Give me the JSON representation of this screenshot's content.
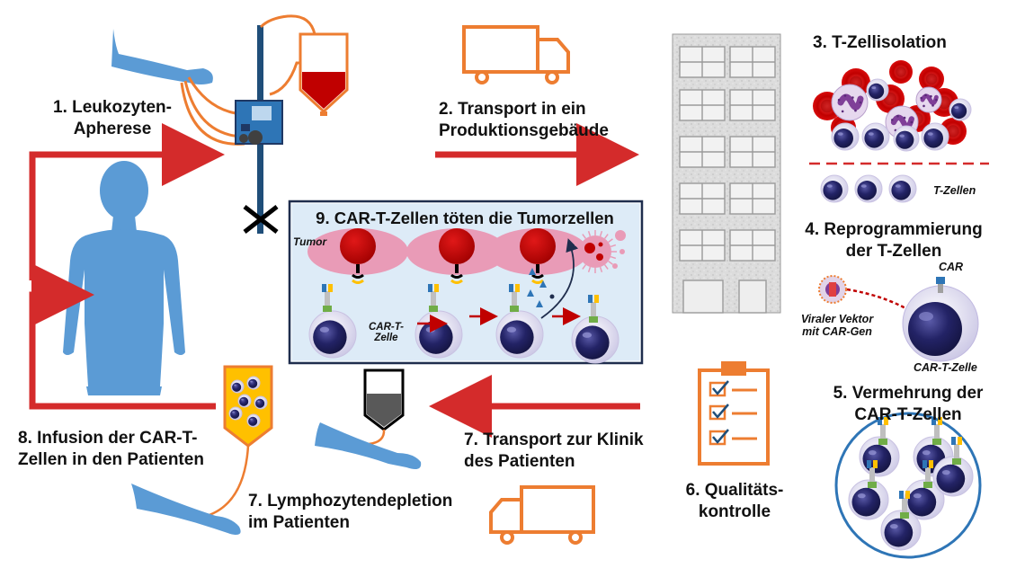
{
  "steps": {
    "s1": [
      "1. Leukozyten-",
      "Apherese"
    ],
    "s2": [
      "2. Transport in ein",
      "Produktionsgebäude"
    ],
    "s3": "3. T-Zellisolation",
    "s4": [
      "4. Reprogrammierung",
      "der T-Zellen"
    ],
    "s5": [
      "5. Vermehrung der",
      "CAR-T-Zellen"
    ],
    "s6": [
      "6. Qualitäts-",
      "kontrolle"
    ],
    "s7_transport": [
      "7. Transport zur Klinik",
      "des Patienten"
    ],
    "s7_depletion": [
      "7. Lymphozytendepletion",
      "im Patienten"
    ],
    "s8": [
      "8. Infusion der CAR-T-",
      "Zellen in den Patienten"
    ],
    "s9": "9. CAR-T-Zellen töten die Tumorzellen"
  },
  "labels": {
    "t_zellen": "T-Zellen",
    "car": "CAR",
    "viraler_vektor": [
      "Viraler Vektor",
      "mit CAR-Gen"
    ],
    "car_t_zelle": "CAR-T-Zelle",
    "tumor": "Tumor",
    "panel_car_t": [
      "CAR-T-",
      "Zelle"
    ]
  },
  "colors": {
    "orange": "#ED7D31",
    "red_arrow": "#D42B2B",
    "body_blue": "#5B9BD5",
    "nucleus": "#1F1F5C",
    "panel_bg": "#DDEBF7",
    "tumor": "#C00000",
    "bag_yellow": "#FFC000"
  }
}
